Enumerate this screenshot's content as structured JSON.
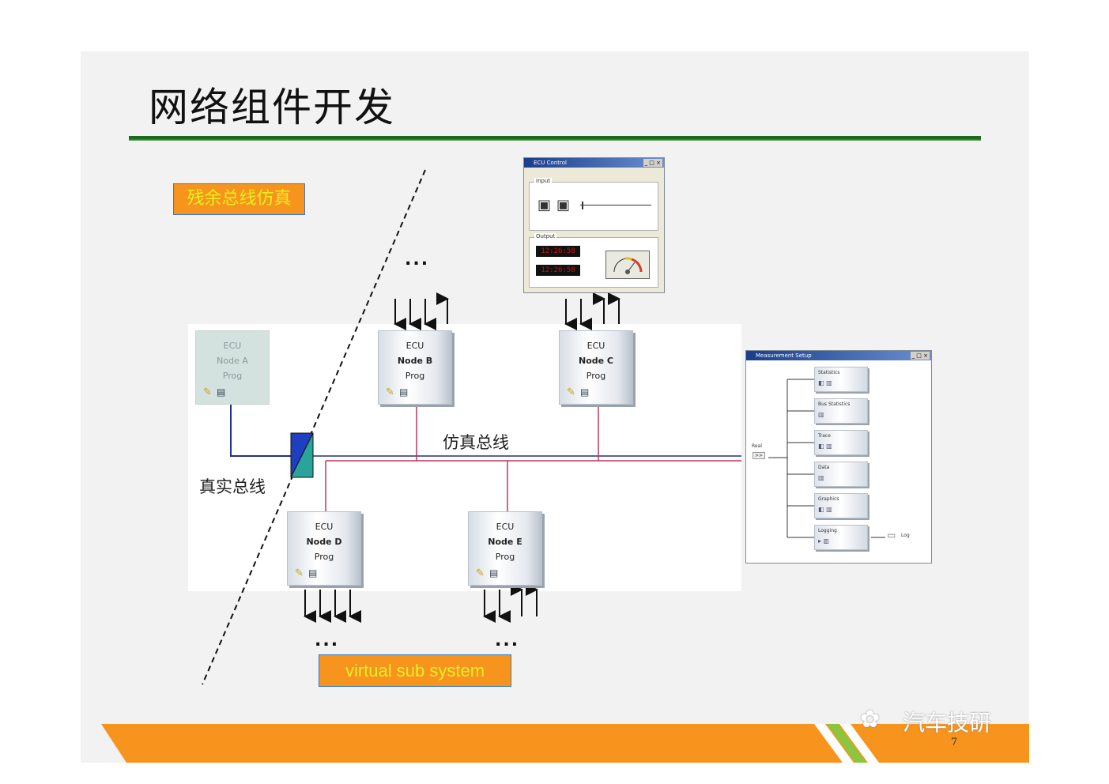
{
  "slide": {
    "title": "网络组件开发",
    "page_number": "7",
    "watermark": "汽车技研"
  },
  "tags": {
    "residual": "残余总线仿真",
    "virtual": "virtual sub system"
  },
  "labels": {
    "sim_bus": "仿真总线",
    "real_bus": "真实总线",
    "ellipsis": "..."
  },
  "nodes": [
    {
      "l1": "ECU",
      "l2": "Node A",
      "l3": "Prog"
    },
    {
      "l1": "ECU",
      "l2": "Node B",
      "l3": "Prog"
    },
    {
      "l1": "ECU",
      "l2": "Node C",
      "l3": "Prog"
    },
    {
      "l1": "ECU",
      "l2": "Node D",
      "l3": "Prog"
    },
    {
      "l1": "ECU",
      "l2": "Node E",
      "l3": "Prog"
    }
  ],
  "ecu_control": {
    "title": "ECU Control",
    "input_label": "Input",
    "output_label": "Output",
    "led1": "12:26:58",
    "led2": "12:26:58"
  },
  "measurement": {
    "title": "Measurement Setup",
    "source": "Real",
    "blocks": [
      "Statistics",
      "Bus Statistics",
      "Trace",
      "Data",
      "Graphics",
      "Logging"
    ],
    "log": "Log"
  },
  "colors": {
    "accent_orange": "#f7941d",
    "title_rule": "#1a6b1a",
    "sim_bus": "#c0365a",
    "real_bus": "#1f2f8a"
  }
}
